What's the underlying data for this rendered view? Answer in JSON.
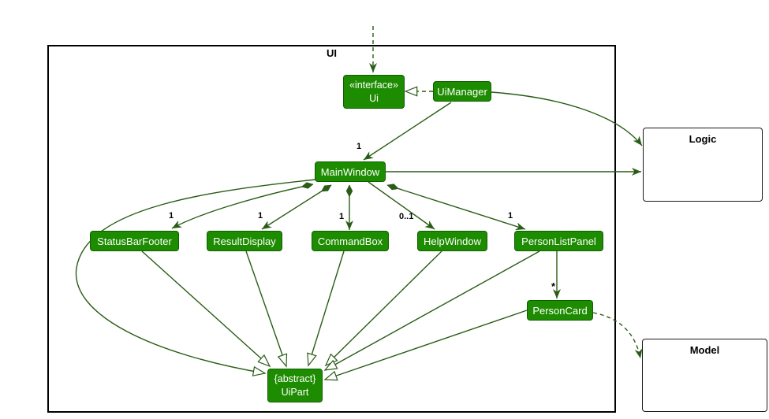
{
  "frame_label": "UI",
  "nodes": {
    "ui_interface": {
      "stereotype": "«interface»",
      "name": "Ui"
    },
    "ui_manager": {
      "name": "UiManager"
    },
    "main_window": {
      "name": "MainWindow"
    },
    "status_bar_footer": {
      "name": "StatusBarFooter"
    },
    "result_display": {
      "name": "ResultDisplay"
    },
    "command_box": {
      "name": "CommandBox"
    },
    "help_window": {
      "name": "HelpWindow"
    },
    "person_list_panel": {
      "name": "PersonListPanel"
    },
    "person_card": {
      "name": "PersonCard"
    },
    "ui_part": {
      "stereotype": "{abstract}",
      "name": "UiPart"
    },
    "logic": {
      "name": "Logic"
    },
    "model": {
      "name": "Model"
    }
  },
  "multiplicities": {
    "main_window": "1",
    "status_bar_footer": "1",
    "result_display": "1",
    "command_box": "1",
    "help_window": "0..1",
    "person_list_panel": "1",
    "person_card": "*"
  },
  "edges": [
    {
      "from": "",
      "to": "Ui",
      "type": "dashed-dependency",
      "note": "dashed arrow entering from top edge of image"
    },
    {
      "from": "UiManager",
      "to": "Ui",
      "type": "realization"
    },
    {
      "from": "UiManager",
      "to": "MainWindow",
      "type": "arrow",
      "label": "1"
    },
    {
      "from": "UiManager",
      "to": "Logic",
      "type": "arrow"
    },
    {
      "from": "MainWindow",
      "to": "Logic",
      "type": "arrow"
    },
    {
      "from": "MainWindow",
      "to": "StatusBarFooter",
      "type": "composition",
      "label": "1"
    },
    {
      "from": "MainWindow",
      "to": "ResultDisplay",
      "type": "composition",
      "label": "1"
    },
    {
      "from": "MainWindow",
      "to": "CommandBox",
      "type": "composition",
      "label": "1"
    },
    {
      "from": "MainWindow",
      "to": "HelpWindow",
      "type": "arrow",
      "label": "0..1"
    },
    {
      "from": "MainWindow",
      "to": "PersonListPanel",
      "type": "composition",
      "label": "1"
    },
    {
      "from": "PersonListPanel",
      "to": "PersonCard",
      "type": "arrow",
      "label": "*"
    },
    {
      "from": "PersonCard",
      "to": "Model",
      "type": "dashed-dependency"
    },
    {
      "from": "MainWindow",
      "to": "UiPart",
      "type": "inheritance"
    },
    {
      "from": "StatusBarFooter",
      "to": "UiPart",
      "type": "inheritance"
    },
    {
      "from": "ResultDisplay",
      "to": "UiPart",
      "type": "inheritance"
    },
    {
      "from": "CommandBox",
      "to": "UiPart",
      "type": "inheritance"
    },
    {
      "from": "HelpWindow",
      "to": "UiPart",
      "type": "inheritance"
    },
    {
      "from": "PersonListPanel",
      "to": "UiPart",
      "type": "inheritance"
    },
    {
      "from": "PersonCard",
      "to": "UiPart",
      "type": "inheritance"
    }
  ],
  "colors": {
    "node_fill": "#1d8c00",
    "node_border": "#0e6000",
    "edge": "#2a5c16",
    "frame_border": "#000000"
  }
}
